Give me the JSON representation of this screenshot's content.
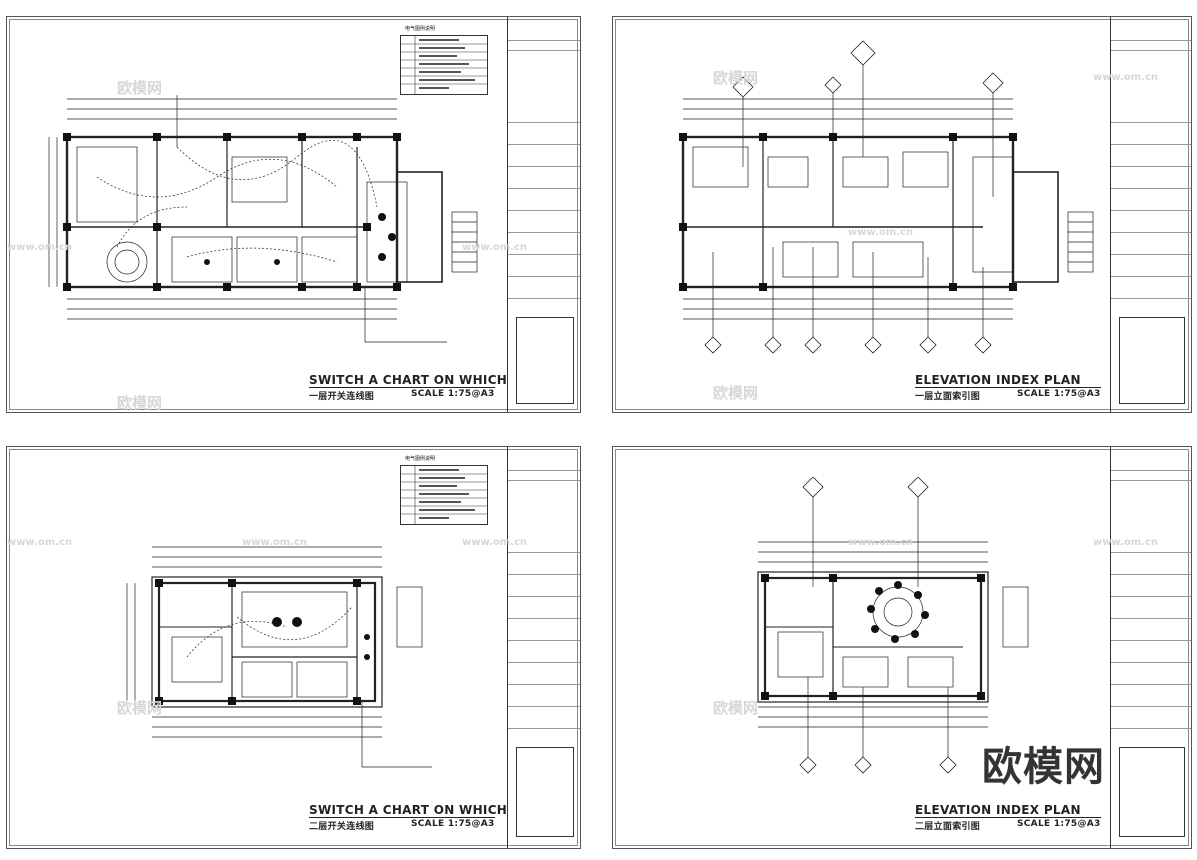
{
  "sheets": [
    {
      "title_en": "SWITCH A CHART ON WHICH",
      "title_cn": "一层开关连线图",
      "scale": "SCALE 1:75@A3",
      "legend_title": "电气图例说明"
    },
    {
      "title_en": "ELEVATION INDEX PLAN",
      "title_cn": "一层立面索引图",
      "scale": "SCALE 1:75@A3"
    },
    {
      "title_en": "SWITCH A CHART ON WHICH",
      "title_cn": "二层开关连线图",
      "scale": "SCALE 1:75@A3",
      "legend_title": "电气图例说明"
    },
    {
      "title_en": "ELEVATION INDEX PLAN",
      "title_cn": "二层立面索引图",
      "scale": "SCALE 1:75@A3"
    }
  ],
  "watermark": {
    "cn": "欧模网",
    "url": "www.om.cn"
  },
  "logo": "欧模网",
  "colors": {
    "line": "#222222",
    "grid": "#999999",
    "watermark": "#d7d7d7"
  }
}
